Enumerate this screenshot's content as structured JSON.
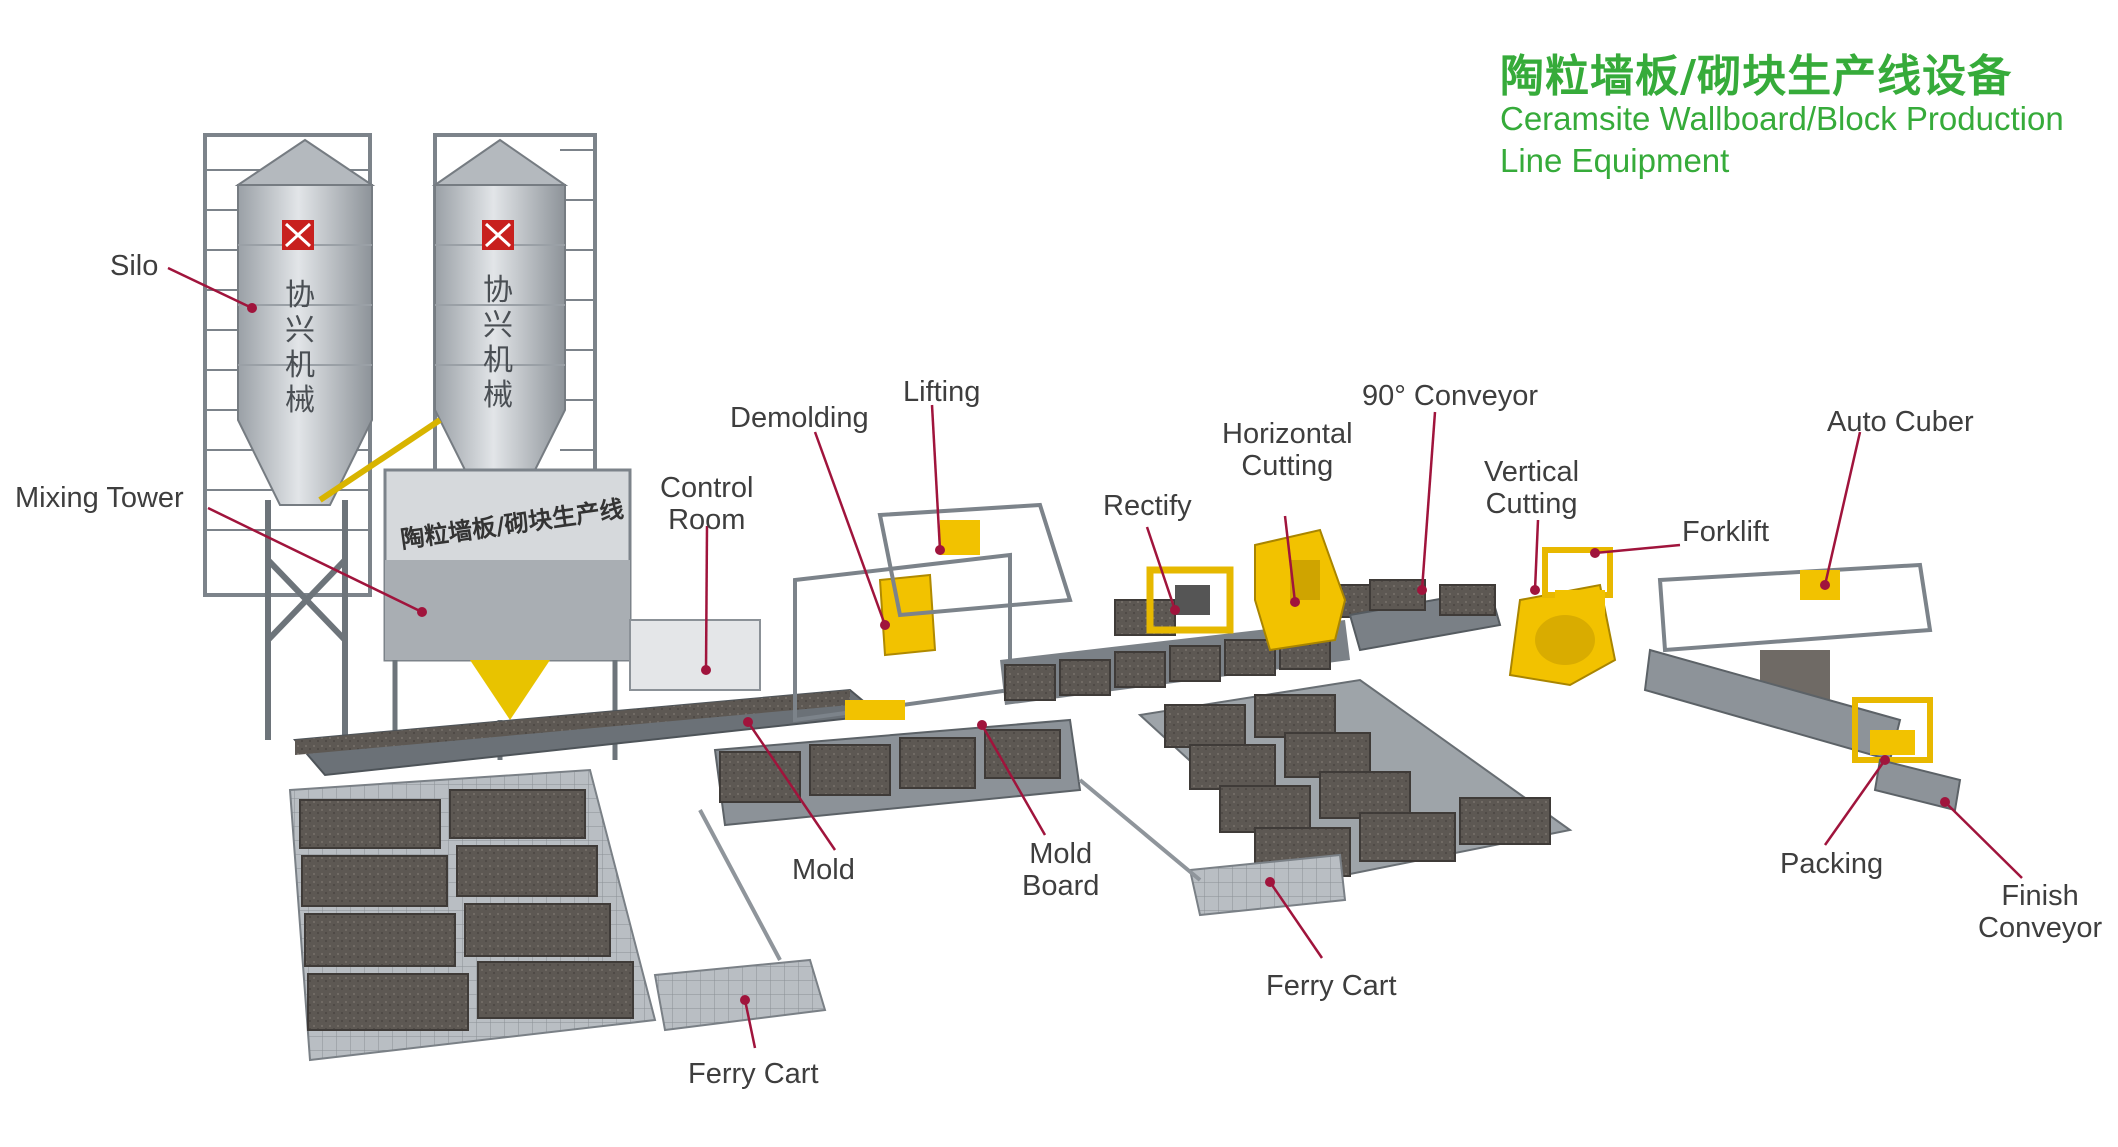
{
  "title": {
    "cn": "陶粒墙板/砌块生产线设备",
    "en_line1": "Ceramsite Wallboard/Block Production",
    "en_line2": "Line Equipment"
  },
  "silo_text": {
    "brand_vertical": [
      "协",
      "兴",
      "机",
      "械"
    ]
  },
  "tower_sign": "陶粒墙板/砌块生产线",
  "labels": {
    "silo": "Silo",
    "mixing_tower": "Mixing Tower",
    "control_room": [
      "Control",
      "Room"
    ],
    "demolding": "Demolding",
    "lifting": "Lifting",
    "rectify": "Rectify",
    "horizontal_cutting": [
      "Horizontal",
      "Cutting"
    ],
    "conveyor_90": "90° Conveyor",
    "vertical_cutting": [
      "Vertical",
      "Cutting"
    ],
    "forklift": "Forklift",
    "auto_cuber": "Auto Cuber",
    "mold": "Mold",
    "mold_board": [
      "Mold",
      "Board"
    ],
    "ferry_cart_left": "Ferry Cart",
    "ferry_cart_center": "Ferry Cart",
    "packing": "Packing",
    "finish_conveyor": [
      "Finish",
      "Conveyor"
    ]
  },
  "colors": {
    "title": "#36ab3a",
    "label_text": "#3e3e3e",
    "leader_line": "#a0143c",
    "steel": "#8e959c",
    "machine_yellow": "#f2c200",
    "block": "#5f5a55",
    "silo": "#c4c8cc",
    "logo_red": "#c8201e"
  }
}
